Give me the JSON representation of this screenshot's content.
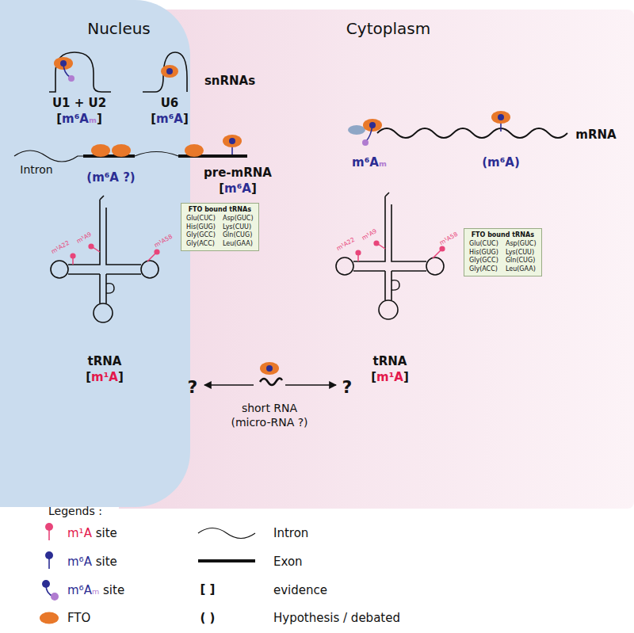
{
  "diagram": {
    "nodes": [
      {
        "text": [
          "Nucleus"
        ]
      },
      {
        "text": [
          "Cytoplasm"
        ]
      },
      {
        "text": [
          "FTO bound tRNAs",
          "Glu(CUC)",
          "Asp(GUC)",
          "His(GUG)",
          "Lys(CUU)",
          "Gly(GCC)",
          "Gln(CUG)",
          "Gly(ACC)",
          "Leu(GAA)"
        ],
        "in": 0
      },
      {
        "text": [
          "FTO bound tRNAs",
          "Glu(CUC)",
          "Asp(GUC)",
          "His(GUG)",
          "Lys(CUU)",
          "Gly(GCC)",
          "Gln(CUG)",
          "Gly(ACC)",
          "Leu(GAA)"
        ],
        "in": 1
      }
    ],
    "labels": [
      "snRNAs",
      "U1 + U2",
      "[m⁶Aₘ]",
      "U6",
      "[m⁶A]",
      "Intron",
      "(m⁶A ?)",
      "pre-mRNA",
      "[m⁶A]",
      "m¹A22",
      "m¹A9",
      "m¹A58",
      "tRNA",
      "[m¹A]",
      "m⁶Aₘ",
      "(m⁶A)",
      "mRNA",
      "m¹A22",
      "m¹A9",
      "m¹A58",
      "tRNA",
      "[m¹A]",
      "?",
      "short RNA (micro-RNA ?)",
      "?",
      "Legends :",
      "[ ]",
      "( )"
    ],
    "legend": [
      {
        "text": "m¹A site"
      },
      {
        "text": "m⁶A site"
      },
      {
        "text": "m⁶Aₘ site"
      },
      {
        "text": "FTO",
        "color": "#e8782a"
      },
      {
        "text": "Intron"
      },
      {
        "text": "Exon"
      },
      {
        "text": "evidence"
      },
      {
        "text": "Hypothesis / debated"
      }
    ]
  }
}
